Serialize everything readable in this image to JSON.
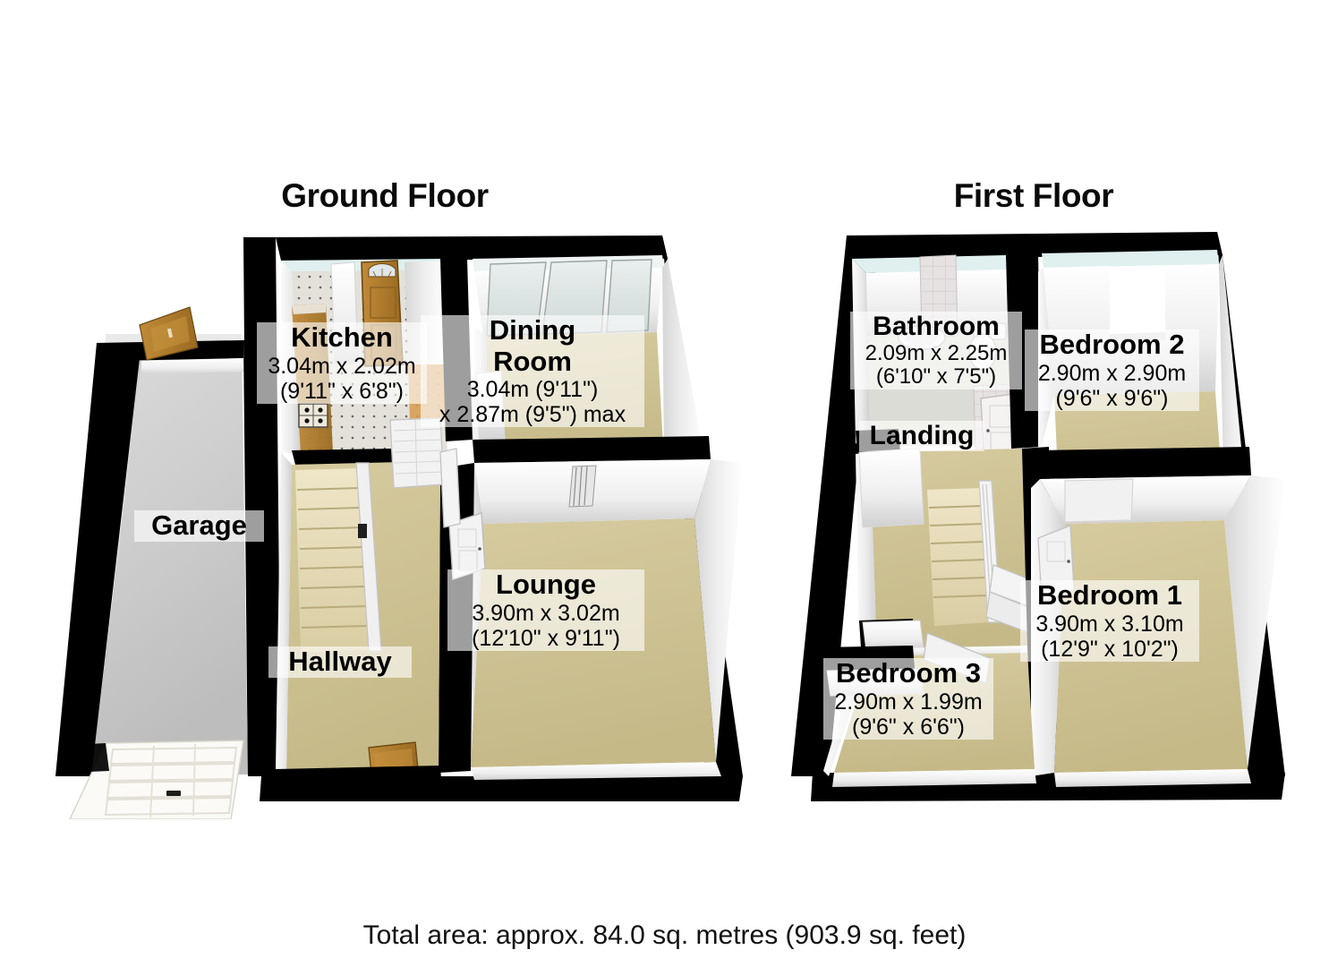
{
  "document": {
    "kind": "property-floorplan",
    "total_area": "Total area: approx. 84.0 sq. metres (903.9 sq. feet)"
  },
  "floors": [
    {
      "id": "ground",
      "title": "Ground Floor",
      "rooms": [
        {
          "id": "garage",
          "name": "Garage",
          "dim_metric": "",
          "dim_imperial": "",
          "floor_color": "#c9c9c9"
        },
        {
          "id": "kitchen",
          "name": "Kitchen",
          "dim_metric": "3.04m x 2.02m",
          "dim_imperial": "(9'11\" x 6'8\")",
          "floor_color": "#d8d5cc"
        },
        {
          "id": "dining-room",
          "name": "Dining Room",
          "dim_metric": "3.04m (9'11\")",
          "dim_imperial": "x 2.87m (9'5\") max",
          "floor_color": "#cfc49a"
        },
        {
          "id": "hallway",
          "name": "Hallway",
          "dim_metric": "",
          "dim_imperial": "",
          "floor_color": "#cdc193"
        },
        {
          "id": "lounge",
          "name": "Lounge",
          "dim_metric": "3.90m x 3.02m",
          "dim_imperial": "(12'10\" x 9'11\")",
          "floor_color": "#cdc193"
        }
      ]
    },
    {
      "id": "first",
      "title": "First Floor",
      "rooms": [
        {
          "id": "bathroom",
          "name": "Bathroom",
          "dim_metric": "2.09m x 2.25m",
          "dim_imperial": "(6'10\" x 7'5\")",
          "floor_color": "#dcdcd6"
        },
        {
          "id": "bedroom-2",
          "name": "Bedroom 2",
          "dim_metric": "2.90m x 2.90m",
          "dim_imperial": "(9'6\" x 9'6\")",
          "floor_color": "#cdc193"
        },
        {
          "id": "landing",
          "name": "Landing",
          "dim_metric": "",
          "dim_imperial": "",
          "floor_color": "#cdc193"
        },
        {
          "id": "bedroom-1",
          "name": "Bedroom 1",
          "dim_metric": "3.90m x 3.10m",
          "dim_imperial": "(12'9\" x 10'2\")",
          "floor_color": "#cdc193"
        },
        {
          "id": "bedroom-3",
          "name": "Bedroom 3",
          "dim_metric": "2.90m x 1.99m",
          "dim_imperial": "(9'6\" x 6'6\")",
          "floor_color": "#cdc193"
        }
      ]
    }
  ],
  "palette": {
    "wall_outline": "#000000",
    "wall_face_light": "#fdfdfd",
    "wall_face_mid": "#e6e6e6",
    "wall_face_shadow": "#c8c8c8",
    "ceiling_tint": "#dff0ef",
    "carpet": "#cdc193",
    "garage_floor": "#c9c9c9",
    "door_wood": "#b5802f",
    "glass": "#dfe5e4",
    "background": "#ffffff",
    "text": "#000000"
  }
}
